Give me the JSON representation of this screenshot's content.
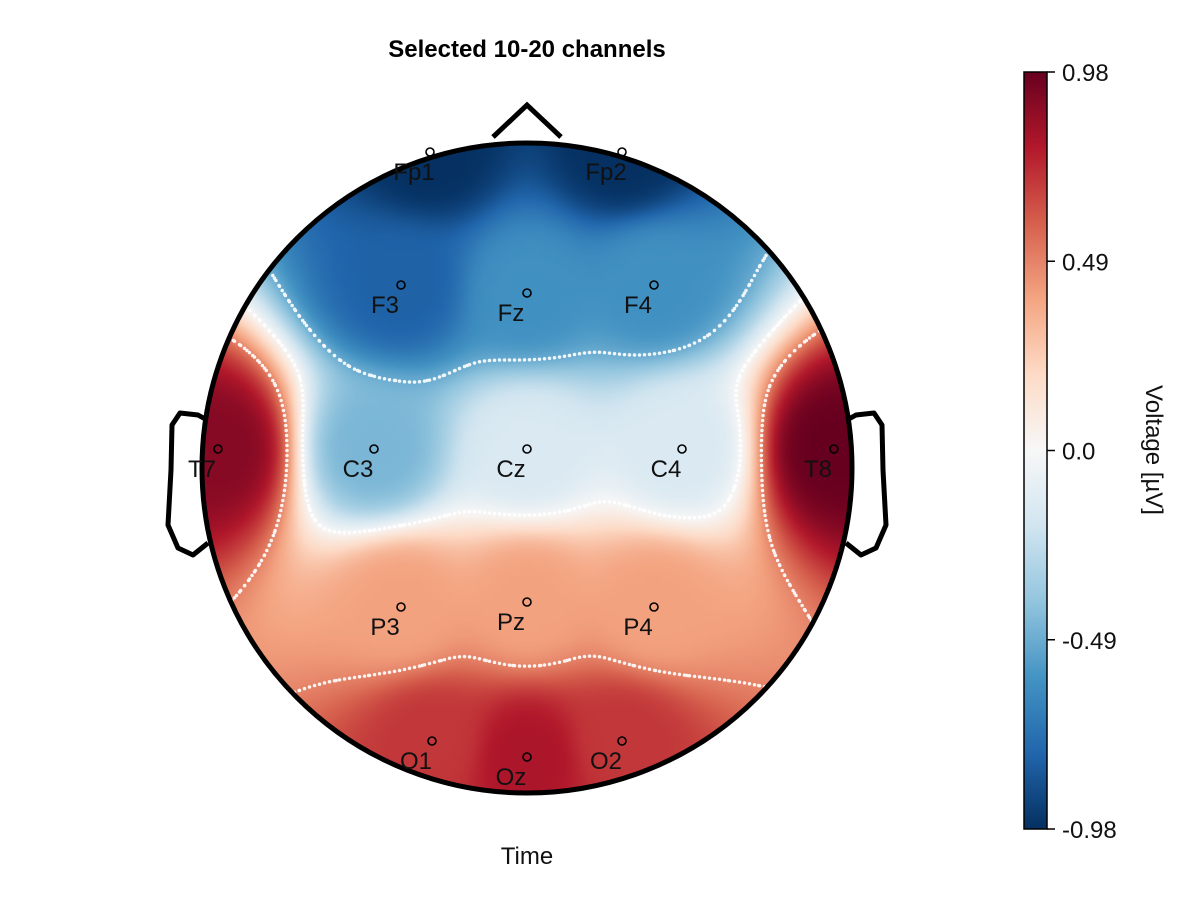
{
  "chart_data": {
    "type": "heatmap",
    "subtype": "eeg-topoplot",
    "title": "Selected 10-20 channels",
    "xlabel": "Time",
    "colorbar": {
      "label": "Voltage [µV]",
      "colormap": "RdBu (reversed: blue = negative, red = positive)",
      "range": [
        -0.98,
        0.98
      ],
      "ticks": [
        "0.98",
        "0.49",
        "0.0",
        "-0.49",
        "-0.98"
      ],
      "tick_values": [
        0.98,
        0.49,
        0.0,
        -0.49,
        -0.98
      ]
    },
    "contour_lines": "white dotted",
    "channels": [
      {
        "name": "Fp1",
        "value": -0.98
      },
      {
        "name": "Fp2",
        "value": -0.98
      },
      {
        "name": "F3",
        "value": -0.8
      },
      {
        "name": "Fz",
        "value": -0.6
      },
      {
        "name": "F4",
        "value": -0.6
      },
      {
        "name": "T7",
        "value": 0.9
      },
      {
        "name": "C3",
        "value": -0.45
      },
      {
        "name": "Cz",
        "value": -0.15
      },
      {
        "name": "C4",
        "value": -0.15
      },
      {
        "name": "T8",
        "value": 0.98
      },
      {
        "name": "P3",
        "value": 0.4
      },
      {
        "name": "Pz",
        "value": 0.4
      },
      {
        "name": "P4",
        "value": 0.4
      },
      {
        "name": "O1",
        "value": 0.7
      },
      {
        "name": "Oz",
        "value": 0.8
      },
      {
        "name": "O2",
        "value": 0.7
      }
    ],
    "grid": false,
    "legend": "colorbar-right"
  }
}
